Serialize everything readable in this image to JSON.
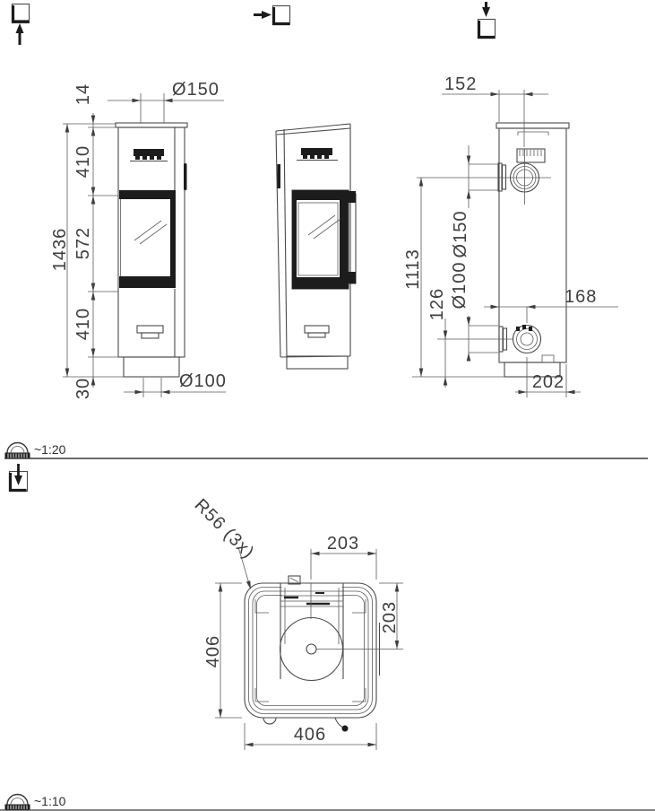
{
  "scales": {
    "upper": "~1:20",
    "lower": "~1:10"
  },
  "front_view": {
    "dim_top_plate": "14",
    "dim_flue_diameter": "Ø150",
    "dim_upper_section": "410",
    "dim_glass_section": "572",
    "dim_lower_section": "410",
    "dim_base_height": "30",
    "dim_total_height": "1436",
    "dim_air_inlet_diameter": "Ø100"
  },
  "side_view": {
    "dim_flue_setback": "152",
    "dim_flue_center_height": "1113",
    "dim_air_inlet_height": "126",
    "dim_air_inlet_diameter": "Ø100",
    "dim_flue_diameter": "Ø150",
    "dim_air_inlet_setback": "168",
    "dim_base_depth": "202"
  },
  "top_view": {
    "dim_corner_radius": "R56 (3x)",
    "dim_flue_from_side": "203",
    "dim_flue_from_rear": "203",
    "dim_width": "406",
    "dim_depth": "406"
  },
  "colors": {
    "line": "#4a4a4a",
    "dark_fill": "#1c1c1c",
    "background": "#ffffff"
  }
}
